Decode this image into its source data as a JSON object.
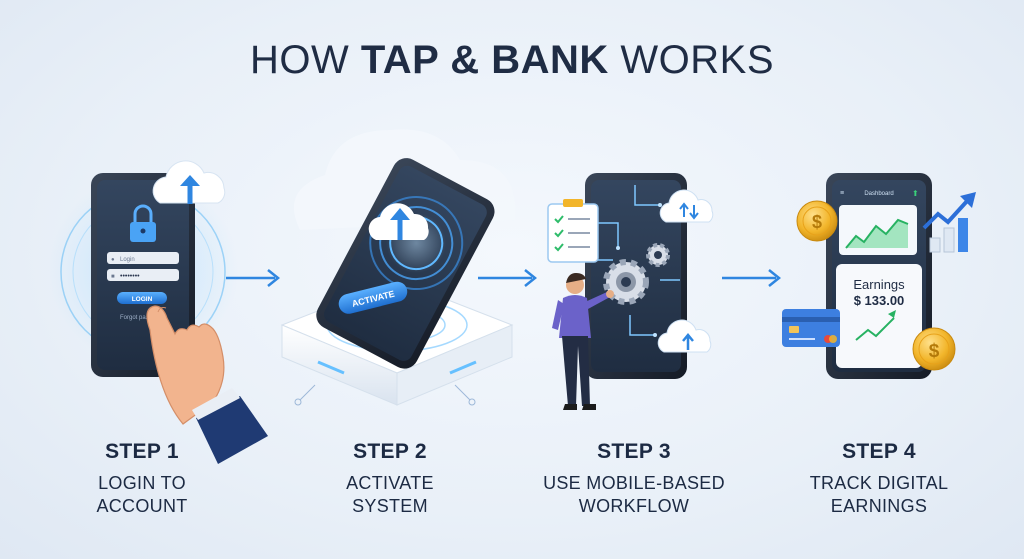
{
  "title": {
    "prefix": "HOW ",
    "brand": "TAP & BANK",
    "suffix": " WORKS"
  },
  "steps": [
    {
      "number": "STEP 1",
      "description": "LOGIN TO\nACCOUNT"
    },
    {
      "number": "STEP 2",
      "description": "ACTIVATE\nSYSTEM"
    },
    {
      "number": "STEP 3",
      "description": "USE MOBILE-BASED\nWORKFLOW"
    },
    {
      "number": "STEP 4",
      "description": "TRACK DIGITAL\nEARNINGS"
    }
  ],
  "phone1": {
    "field_login": "Login",
    "field_password": "••••••••",
    "button": "LOGIN",
    "forgot": "Forgot pa..."
  },
  "phone2": {
    "button": "ACTIVATE"
  },
  "phone4": {
    "header": "Dashboard",
    "label": "Earnings",
    "amount": "$ 133.00"
  },
  "colors": {
    "accent": "#2f86e0",
    "phone_screen": "#26374f",
    "coin": "#f2b52a",
    "text": "#1e2b44"
  },
  "icons": [
    "cloud-upload-icon",
    "lock-icon",
    "pointing-hand-icon",
    "checklist-icon",
    "gear-icon",
    "cloud-sync-icon",
    "dollar-coin-icon",
    "credit-card-icon",
    "growth-arrow-icon",
    "arrow-right-icon"
  ]
}
